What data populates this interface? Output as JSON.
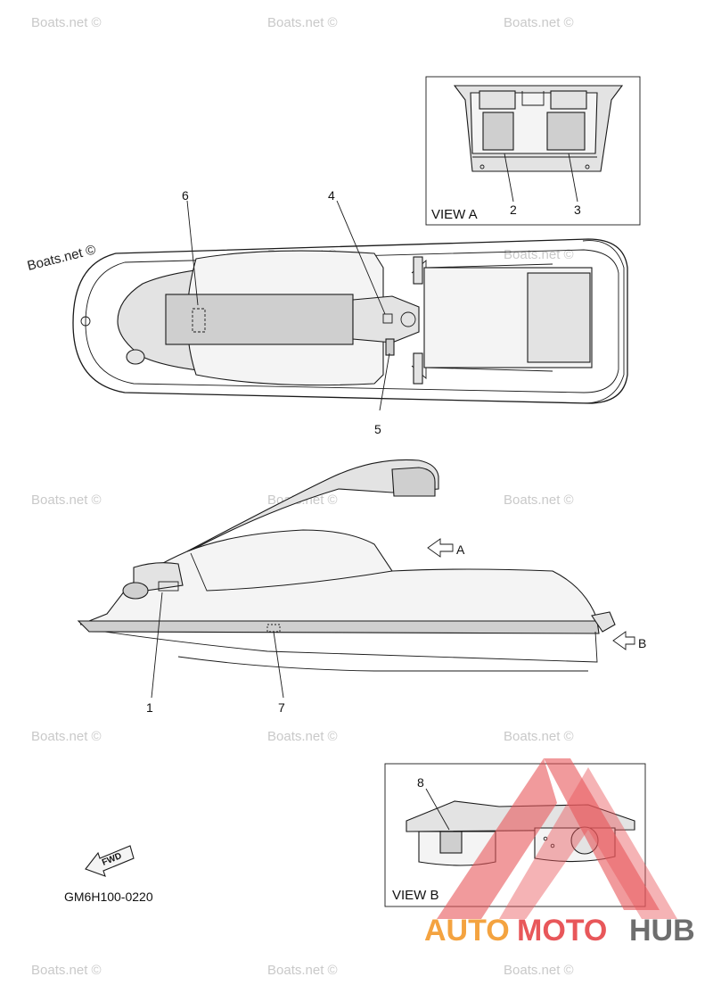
{
  "callouts": {
    "c1": "1",
    "c2": "2",
    "c3": "3",
    "c4": "4",
    "c5": "5",
    "c6": "6",
    "c7": "7",
    "c8": "8"
  },
  "views": {
    "view_a": "VIEW A",
    "view_b": "VIEW B",
    "arrow_a": "A",
    "arrow_b": "B"
  },
  "fwd_label": "FWD",
  "part_number": "GM6H100-0220",
  "watermarks": {
    "text": "Boats.net ©",
    "main": "Boats.net ©"
  },
  "brand": {
    "part1": "AUTO",
    "part2": "MOTO",
    "part3": "HUB",
    "color_orange": "#f4a340",
    "color_red": "#e8575a",
    "color_gray": "#6e6e6e"
  }
}
